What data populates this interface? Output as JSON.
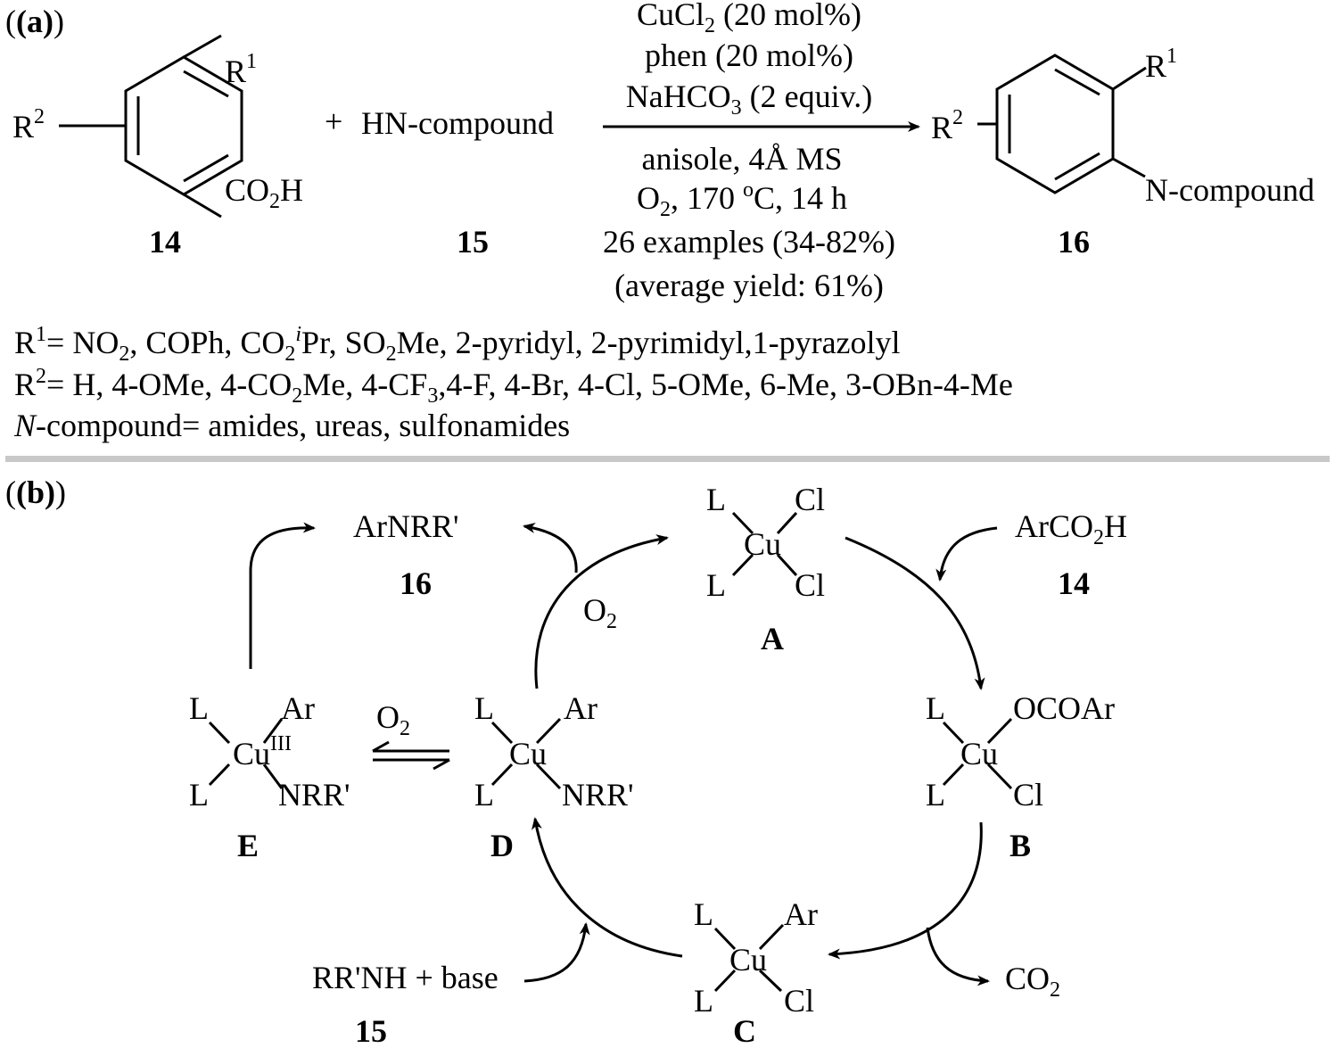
{
  "part_a": {
    "label": "(a)",
    "reactant1": {
      "R1": "R",
      "R1_sup": "1",
      "R2": "R",
      "R2_sup": "2",
      "acid_CO": "CO",
      "acid_sub": "2",
      "acid_H": "H",
      "number": "14"
    },
    "plus": "+",
    "reactant2": {
      "name": "HN-compound",
      "number": "15"
    },
    "conditions_above": {
      "line1_a": "CuCl",
      "line1_sub": "2",
      "line1_b": " (20 mol%)",
      "line2": "phen (20 mol%)",
      "line3_a": "NaHCO",
      "line3_sub": "3",
      "line3_b": " (2 equiv.)"
    },
    "conditions_below": {
      "line1": "anisole, 4Å MS",
      "line2_a": "O",
      "line2_sub": "2",
      "line2_b": ", 170 ",
      "line2_sup": "o",
      "line2_c": "C, 14 h",
      "line3": "26 examples (34-82%)",
      "line4": "(average yield: 61%)"
    },
    "product": {
      "R1": "R",
      "R1_sup": "1",
      "R2": "R",
      "R2_sup": "2",
      "N": "N-compound",
      "number": "16"
    },
    "scope": {
      "r1_a": "R",
      "r1_sup": "1",
      "r1_b": "= NO",
      "r1_sub1": "2",
      "r1_c": ", COPh, CO",
      "r1_sub2": "2",
      "r1_sup2": "i",
      "r1_d": "Pr, SO",
      "r1_sub3": "2",
      "r1_e": "Me, 2-pyridyl, 2-pyrimidyl,1-pyrazolyl",
      "r2_a": "R",
      "r2_sup": "2",
      "r2_b": "= H, 4-OMe, 4-CO",
      "r2_sub1": "2",
      "r2_c": "Me, 4-CF",
      "r2_sub2": "3",
      "r2_d": ",4-F, 4-Br, 4-Cl, 5-OMe, 6-Me, 3-OBn-4-Me",
      "n_a": "N",
      "n_b": "-compound= amides, ureas, sulfonamides"
    }
  },
  "part_b": {
    "label": "(b)",
    "A": {
      "L1": "L",
      "L2": "L",
      "X1": "Cl",
      "X2": "Cl",
      "Cu": "Cu",
      "label": "A"
    },
    "B": {
      "L1": "L",
      "L2": "L",
      "X1": "OCOAr",
      "X2": "Cl",
      "Cu": "Cu",
      "label": "B"
    },
    "C": {
      "L1": "L",
      "L2": "L",
      "X1": "Ar",
      "X2": "Cl",
      "Cu": "Cu",
      "label": "C"
    },
    "D": {
      "L1": "L",
      "L2": "L",
      "X1": "Ar",
      "X2": "NRR'",
      "Cu": "Cu",
      "label": "D"
    },
    "E": {
      "L1": "L",
      "L2": "L",
      "X1": "Ar",
      "X2": "NRR'",
      "Cu": "Cu",
      "Cu_sup": "III",
      "label": "E"
    },
    "in_14": {
      "a": "ArCO",
      "sub": "2",
      "b": "H",
      "number": "14"
    },
    "out_co2": {
      "a": "CO",
      "sub": "2"
    },
    "in_15": {
      "text": "RR'NH + base",
      "number": "15"
    },
    "o2_cycle": {
      "a": "O",
      "sub": "2"
    },
    "o2_eq": {
      "a": "O",
      "sub": "2"
    },
    "product": {
      "text": "ArNRR'",
      "number": "16"
    }
  }
}
